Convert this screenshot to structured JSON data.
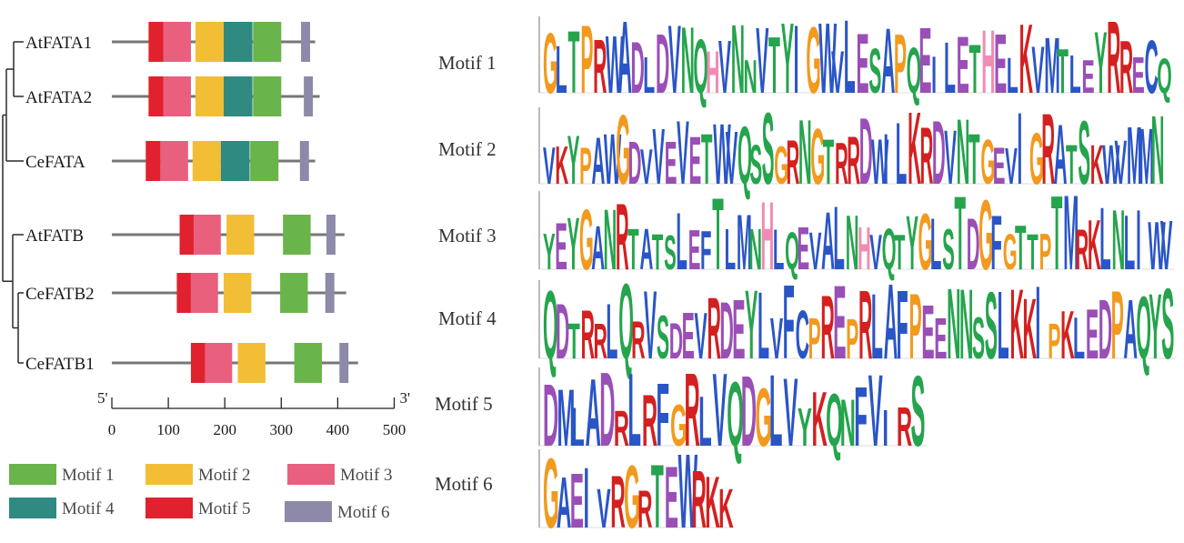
{
  "colors": {
    "motif1": "#6ab44c",
    "motif2": "#f2be36",
    "motif3": "#e8607e",
    "motif4": "#2f8a82",
    "motif5": "#e0222e",
    "motif6": "#8c8aa8",
    "line": "#777777",
    "tree": "#2a2a2a"
  },
  "axis": {
    "start_label": "5'",
    "end_label": "3'",
    "min": 0,
    "max": 500,
    "ticks": [
      "0",
      "100",
      "200",
      "300",
      "400",
      "500"
    ]
  },
  "genes": [
    {
      "name": "AtFATA1",
      "length": 360,
      "motifs": [
        {
          "motif": 5,
          "start": 65,
          "end": 91
        },
        {
          "motif": 3,
          "start": 91,
          "end": 140
        },
        {
          "motif": 2,
          "start": 148,
          "end": 198
        },
        {
          "motif": 4,
          "start": 198,
          "end": 249
        },
        {
          "motif": 1,
          "start": 250,
          "end": 300
        },
        {
          "motif": 6,
          "start": 335,
          "end": 351
        }
      ]
    },
    {
      "name": "AtFATA2",
      "length": 368,
      "motifs": [
        {
          "motif": 5,
          "start": 65,
          "end": 91
        },
        {
          "motif": 3,
          "start": 91,
          "end": 140
        },
        {
          "motif": 2,
          "start": 148,
          "end": 198
        },
        {
          "motif": 4,
          "start": 198,
          "end": 249
        },
        {
          "motif": 1,
          "start": 250,
          "end": 300
        },
        {
          "motif": 6,
          "start": 340,
          "end": 356
        }
      ]
    },
    {
      "name": "CeFATA",
      "length": 360,
      "motifs": [
        {
          "motif": 5,
          "start": 60,
          "end": 86
        },
        {
          "motif": 3,
          "start": 86,
          "end": 135
        },
        {
          "motif": 2,
          "start": 143,
          "end": 193
        },
        {
          "motif": 4,
          "start": 193,
          "end": 244
        },
        {
          "motif": 1,
          "start": 245,
          "end": 295
        },
        {
          "motif": 6,
          "start": 333,
          "end": 349
        }
      ]
    },
    {
      "name": "AtFATB",
      "length": 412,
      "motifs": [
        {
          "motif": 5,
          "start": 120,
          "end": 145
        },
        {
          "motif": 3,
          "start": 145,
          "end": 193
        },
        {
          "motif": 2,
          "start": 203,
          "end": 252
        },
        {
          "motif": 1,
          "start": 303,
          "end": 352
        },
        {
          "motif": 6,
          "start": 380,
          "end": 396
        }
      ]
    },
    {
      "name": "CeFATB2",
      "length": 415,
      "motifs": [
        {
          "motif": 5,
          "start": 115,
          "end": 140
        },
        {
          "motif": 3,
          "start": 140,
          "end": 188
        },
        {
          "motif": 2,
          "start": 198,
          "end": 247
        },
        {
          "motif": 1,
          "start": 298,
          "end": 347
        },
        {
          "motif": 6,
          "start": 378,
          "end": 394
        }
      ]
    },
    {
      "name": "CeFATB1",
      "length": 436,
      "motifs": [
        {
          "motif": 5,
          "start": 140,
          "end": 165
        },
        {
          "motif": 3,
          "start": 165,
          "end": 213
        },
        {
          "motif": 2,
          "start": 223,
          "end": 272
        },
        {
          "motif": 1,
          "start": 323,
          "end": 372
        },
        {
          "motif": 6,
          "start": 403,
          "end": 419
        }
      ]
    }
  ],
  "legend": [
    {
      "label": "Motif 1",
      "motif": 1
    },
    {
      "label": "Motif 2",
      "motif": 2
    },
    {
      "label": "Motif 3",
      "motif": 3
    },
    {
      "label": "Motif 4",
      "motif": 4
    },
    {
      "label": "Motif 5",
      "motif": 5
    },
    {
      "label": "Motif 6",
      "motif": 6
    }
  ],
  "logos": [
    {
      "label": "Motif 1",
      "sequence": "GLTPRWADLDVNQHVNNVTYIGWVLESAPQEILETHELKVMTLEYRRECQ"
    },
    {
      "label": "Motif 2",
      "sequence": "VKYPAWGDVVEVETWVQSSGRNGTRRDWILKRDVNTGEVIGRATSKWVMMN"
    },
    {
      "label": "Motif 3",
      "sequence": "YEYGANRTATSLEFTLMNHLQEVALNHVQTYGLSTDGFGTTPTMRKLNLIWV"
    },
    {
      "label": "Motif 4",
      "sequence": "QDTRRLQRVSDEVRDEYLVFCPREPRLAFPEENNSSLKKIPKLEDPAQYS"
    },
    {
      "label": "Motif 5",
      "sequence": "DMLADRLRFGRLVQDGLVYKQNFVIRS"
    },
    {
      "label": "Motif 6",
      "sequence": "GAEIVRGRTEWRKK"
    }
  ]
}
